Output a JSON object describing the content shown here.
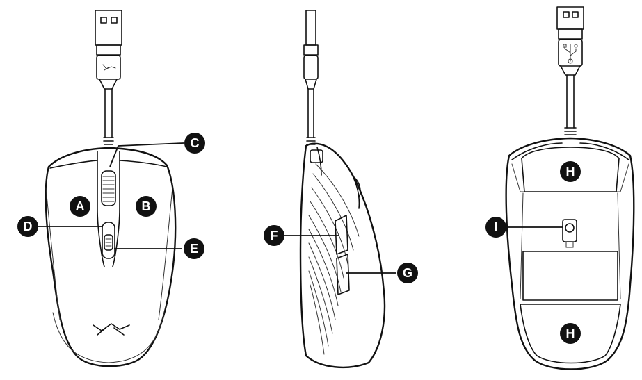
{
  "callouts": {
    "a": "A",
    "b": "B",
    "c": "C",
    "d": "D",
    "e": "E",
    "f": "F",
    "g": "G",
    "h_top": "H",
    "h_bottom": "H",
    "i": "I"
  },
  "colors": {
    "ink": "#111111",
    "paper": "#ffffff"
  },
  "icons": {
    "top_connector_mark": "hyperx-logo-icon",
    "bottom_connector_mark": "usb-icon",
    "shell_mark": "hyperx-logo-icon"
  }
}
